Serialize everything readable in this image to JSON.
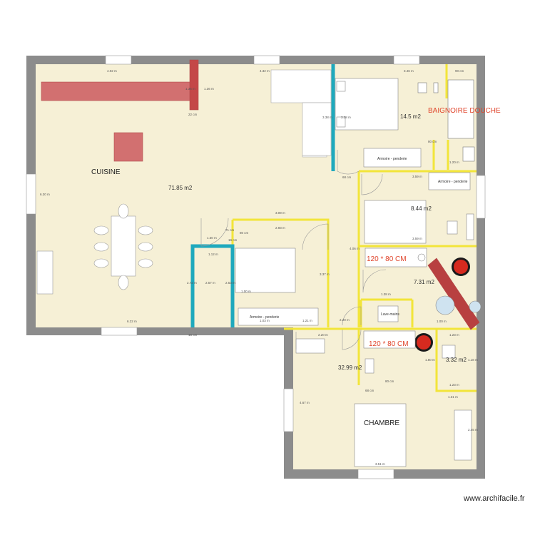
{
  "rooms": {
    "kitchen": {
      "name": "CUISINE",
      "area": "71.85 m2"
    },
    "bedroom_main": {
      "name": "CHAMBRE",
      "area": "32.99 m2"
    },
    "room_top_right": {
      "area": "14.5 m2"
    },
    "room_middle_right": {
      "area": "8.44 m2"
    },
    "bath_area": {
      "area": "7.31 m2"
    },
    "small_room": {
      "area": "3.32 m2"
    }
  },
  "notes": {
    "bath_note": "BAIGNOIRE DOUCHE",
    "shower_1": "120 * 80 CM",
    "shower_2": "120 * 80 CM"
  },
  "furniture": {
    "wardrobe_1": "Armoire - penderie",
    "wardrobe_2": "Armoire - penderie",
    "wardrobe_3": "Armoire - penderie",
    "washbasin": "Lave-mains"
  },
  "dimensions": {
    "d_top_1": "4.02 m",
    "d_top_2": "4.32 m",
    "d_top_3": "3.46 m",
    "d_top_4": "90 cm",
    "d_chimney": "22 cm",
    "d_v1": "1.36 m",
    "d_v2": "1.36 m",
    "d_left": "6.30 m",
    "d_bottom_1": "6.22 m",
    "d_bottom_2": "16 cm",
    "d_kw": "3.09 m",
    "d_kw2": "2.93 m",
    "d_c1": "1.50 m",
    "d_c2": "1.12 m",
    "d_c3": "16 cm",
    "d_c4": "71 cm",
    "d_c5": "2.72 m",
    "d_c6": "2.57 m",
    "d_c7": "2.53 m",
    "d_c8": "3.37 m",
    "d_c9": "1.03 m",
    "d_c10": "1.21 m",
    "d_c11": "1.00 m",
    "d_c12": "80 cm",
    "d_r1": "3.38 m",
    "d_r2": "3.38 m",
    "d_r3": "68 cm",
    "d_r4": "3.59 m",
    "d_r5": "3.59 m",
    "d_r6": "80 cm",
    "d_r7": "1.20 m",
    "d_r8": "4.06 m",
    "d_r9": "1.38 m",
    "d_r10": "1.00 m",
    "d_r11": "2.20 m",
    "d_b1": "2.20 m",
    "d_b2": "68 cm",
    "d_b3": "1.23 m",
    "d_b4": "1.23 m",
    "d_b5": "1.31 m",
    "d_b6": "4.67 m",
    "d_b7": "3.51 m",
    "d_b8": "2.45 m",
    "d_b9": "80 cm",
    "d_b10": "1.80 m",
    "d_b11": "1.18 m"
  },
  "watermark": "www.archifacile.fr"
}
